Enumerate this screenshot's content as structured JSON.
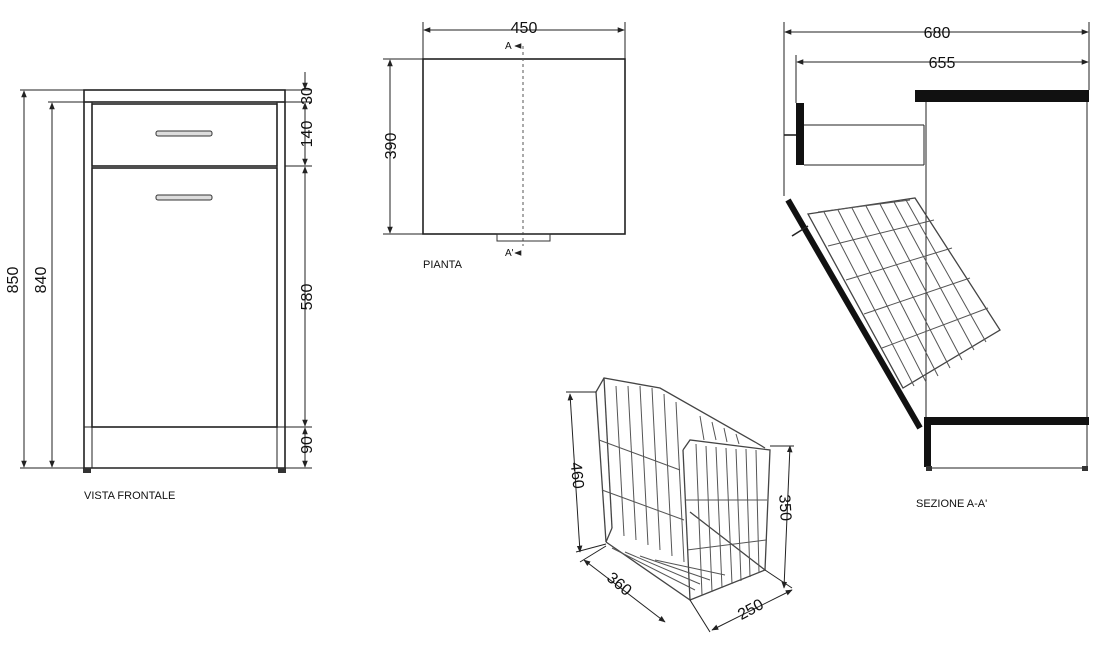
{
  "front_view": {
    "caption": "VISTA FRONTALE",
    "overall_height": "850",
    "body_height": "840",
    "top_thickness": "30",
    "drawer_height": "140",
    "door_height": "580",
    "plinth_height": "90"
  },
  "plan_view": {
    "caption": "PIANTA",
    "width": "450",
    "depth": "390",
    "section_mark_top": "A",
    "section_mark_bottom": "A'"
  },
  "section_view": {
    "caption": "SEZIONE A-A'",
    "overall_depth": "680",
    "inner_depth": "655"
  },
  "basket": {
    "height_back": "460",
    "height_front": "350",
    "depth": "360",
    "width": "250"
  }
}
